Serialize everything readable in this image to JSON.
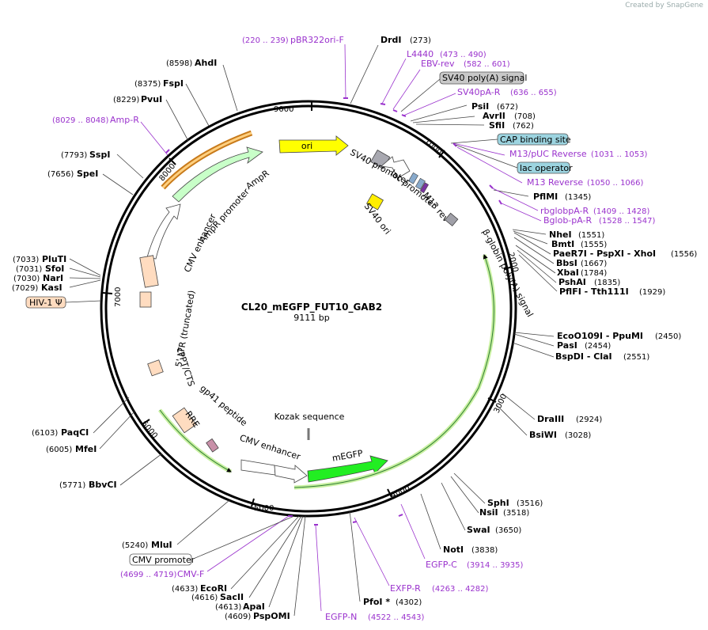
{
  "brand": {
    "created_by": "Created by",
    "name": "SnapGene"
  },
  "plasmid": {
    "name": "CL20_mEGFP_FUT10_GAB2",
    "length": "9111 bp"
  },
  "ticks": [
    "1000",
    "2000",
    "3000",
    "4000",
    "5000",
    "6000",
    "7000",
    "8000",
    "9000"
  ],
  "sites": [
    {
      "name": "DrdI",
      "pos": "(273)"
    },
    {
      "name": "PsiI",
      "pos": "(672)"
    },
    {
      "name": "AvrII",
      "pos": "(708)"
    },
    {
      "name": "SfiI",
      "pos": "(762)"
    },
    {
      "name": "PflMI",
      "pos": "(1345)"
    },
    {
      "name": "NheI",
      "pos": "(1551)"
    },
    {
      "name": "BmtI",
      "pos": "(1555)"
    },
    {
      "name": "PaeR7I - PspXI - XhoI",
      "pos": "(1556)"
    },
    {
      "name": "BbsI",
      "pos": "(1667)"
    },
    {
      "name": "XbaI",
      "pos": "(1784)"
    },
    {
      "name": "PshAI",
      "pos": "(1835)"
    },
    {
      "name": "PflFI - Tth111I",
      "pos": "(1929)"
    },
    {
      "name": "EcoO109I - PpuMI",
      "pos": "(2450)"
    },
    {
      "name": "PasI",
      "pos": "(2454)"
    },
    {
      "name": "BspDI - ClaI",
      "pos": "(2551)"
    },
    {
      "name": "DraIII",
      "pos": "(2924)"
    },
    {
      "name": "BsiWI",
      "pos": "(3028)"
    },
    {
      "name": "SphI",
      "pos": "(3516)"
    },
    {
      "name": "NsiI",
      "pos": "(3518)"
    },
    {
      "name": "SwaI",
      "pos": "(3650)"
    },
    {
      "name": "NotI",
      "pos": "(3838)"
    },
    {
      "name": "PfoI *",
      "pos": "(4302)"
    },
    {
      "name": "PspOMI",
      "pos": "(4609)"
    },
    {
      "name": "ApaI",
      "pos": "(4613)"
    },
    {
      "name": "SacII",
      "pos": "(4616)"
    },
    {
      "name": "EcoRI",
      "pos": "(4633)"
    },
    {
      "name": "MluI",
      "pos": "(5240)"
    },
    {
      "name": "BbvCI",
      "pos": "(5771)"
    },
    {
      "name": "MfeI",
      "pos": "(6005)"
    },
    {
      "name": "PaqCI",
      "pos": "(6103)"
    },
    {
      "name": "KasI",
      "pos": "(7029)"
    },
    {
      "name": "NarI",
      "pos": "(7030)"
    },
    {
      "name": "SfoI",
      "pos": "(7031)"
    },
    {
      "name": "PluTI",
      "pos": "(7033)"
    },
    {
      "name": "SpeI",
      "pos": "(7656)"
    },
    {
      "name": "SspI",
      "pos": "(7793)"
    },
    {
      "name": "PvuI",
      "pos": "(8229)"
    },
    {
      "name": "FspI",
      "pos": "(8375)"
    },
    {
      "name": "AhdI",
      "pos": "(8598)"
    }
  ],
  "primers": [
    {
      "name": "pBR322ori-F",
      "pos": "(220 .. 239)"
    },
    {
      "name": "L4440",
      "pos": "(473 .. 490)"
    },
    {
      "name": "EBV-rev",
      "pos": "(582 .. 601)"
    },
    {
      "name": "SV40pA-R",
      "pos": "(636 .. 655)"
    },
    {
      "name": "M13/pUC Reverse",
      "pos": "(1031 .. 1053)"
    },
    {
      "name": "M13 Reverse",
      "pos": "(1050 .. 1066)"
    },
    {
      "name": "rbglobpA-R",
      "pos": "(1409 .. 1428)"
    },
    {
      "name": "Bglob-pA-R",
      "pos": "(1528 .. 1547)"
    },
    {
      "name": "EGFP-C",
      "pos": "(3914 .. 3935)"
    },
    {
      "name": "EXFP-R",
      "pos": "(4263 .. 4282)"
    },
    {
      "name": "EGFP-N",
      "pos": "(4522 .. 4543)"
    },
    {
      "name": "CMV-F",
      "pos": "(4699 .. 4719)"
    },
    {
      "name": "Amp-R",
      "pos": "(8029 .. 8048)"
    }
  ],
  "boxed_features": {
    "sv40_polya": "SV40 poly(A) signal",
    "cap_site": "CAP binding site",
    "lac_operator": "lac operator",
    "cmv_promoter": "CMV promoter",
    "hiv_psi": "HIV-1 Ψ"
  },
  "features": {
    "ori": "ori",
    "ampr": "AmpR",
    "ampr_promoter": "AmpR promoter",
    "cmv_enhancer_1": "CMV enhancer",
    "ltr": "5' LTR (truncated)",
    "cppt": "cPPT/CTS",
    "rre": "RRE",
    "gp41": "gp41 peptide",
    "cmv_enhancer_2": "CMV enhancer",
    "kozak": "Kozak sequence",
    "megfp": "mEGFP",
    "sv40_promoter": "SV40 promoter",
    "lac_promoter": "lac promoter",
    "m13_rev": "M13 rev",
    "sv40_ori": "SV40 ori",
    "bglobin": "β-globin poly(A) signal"
  }
}
